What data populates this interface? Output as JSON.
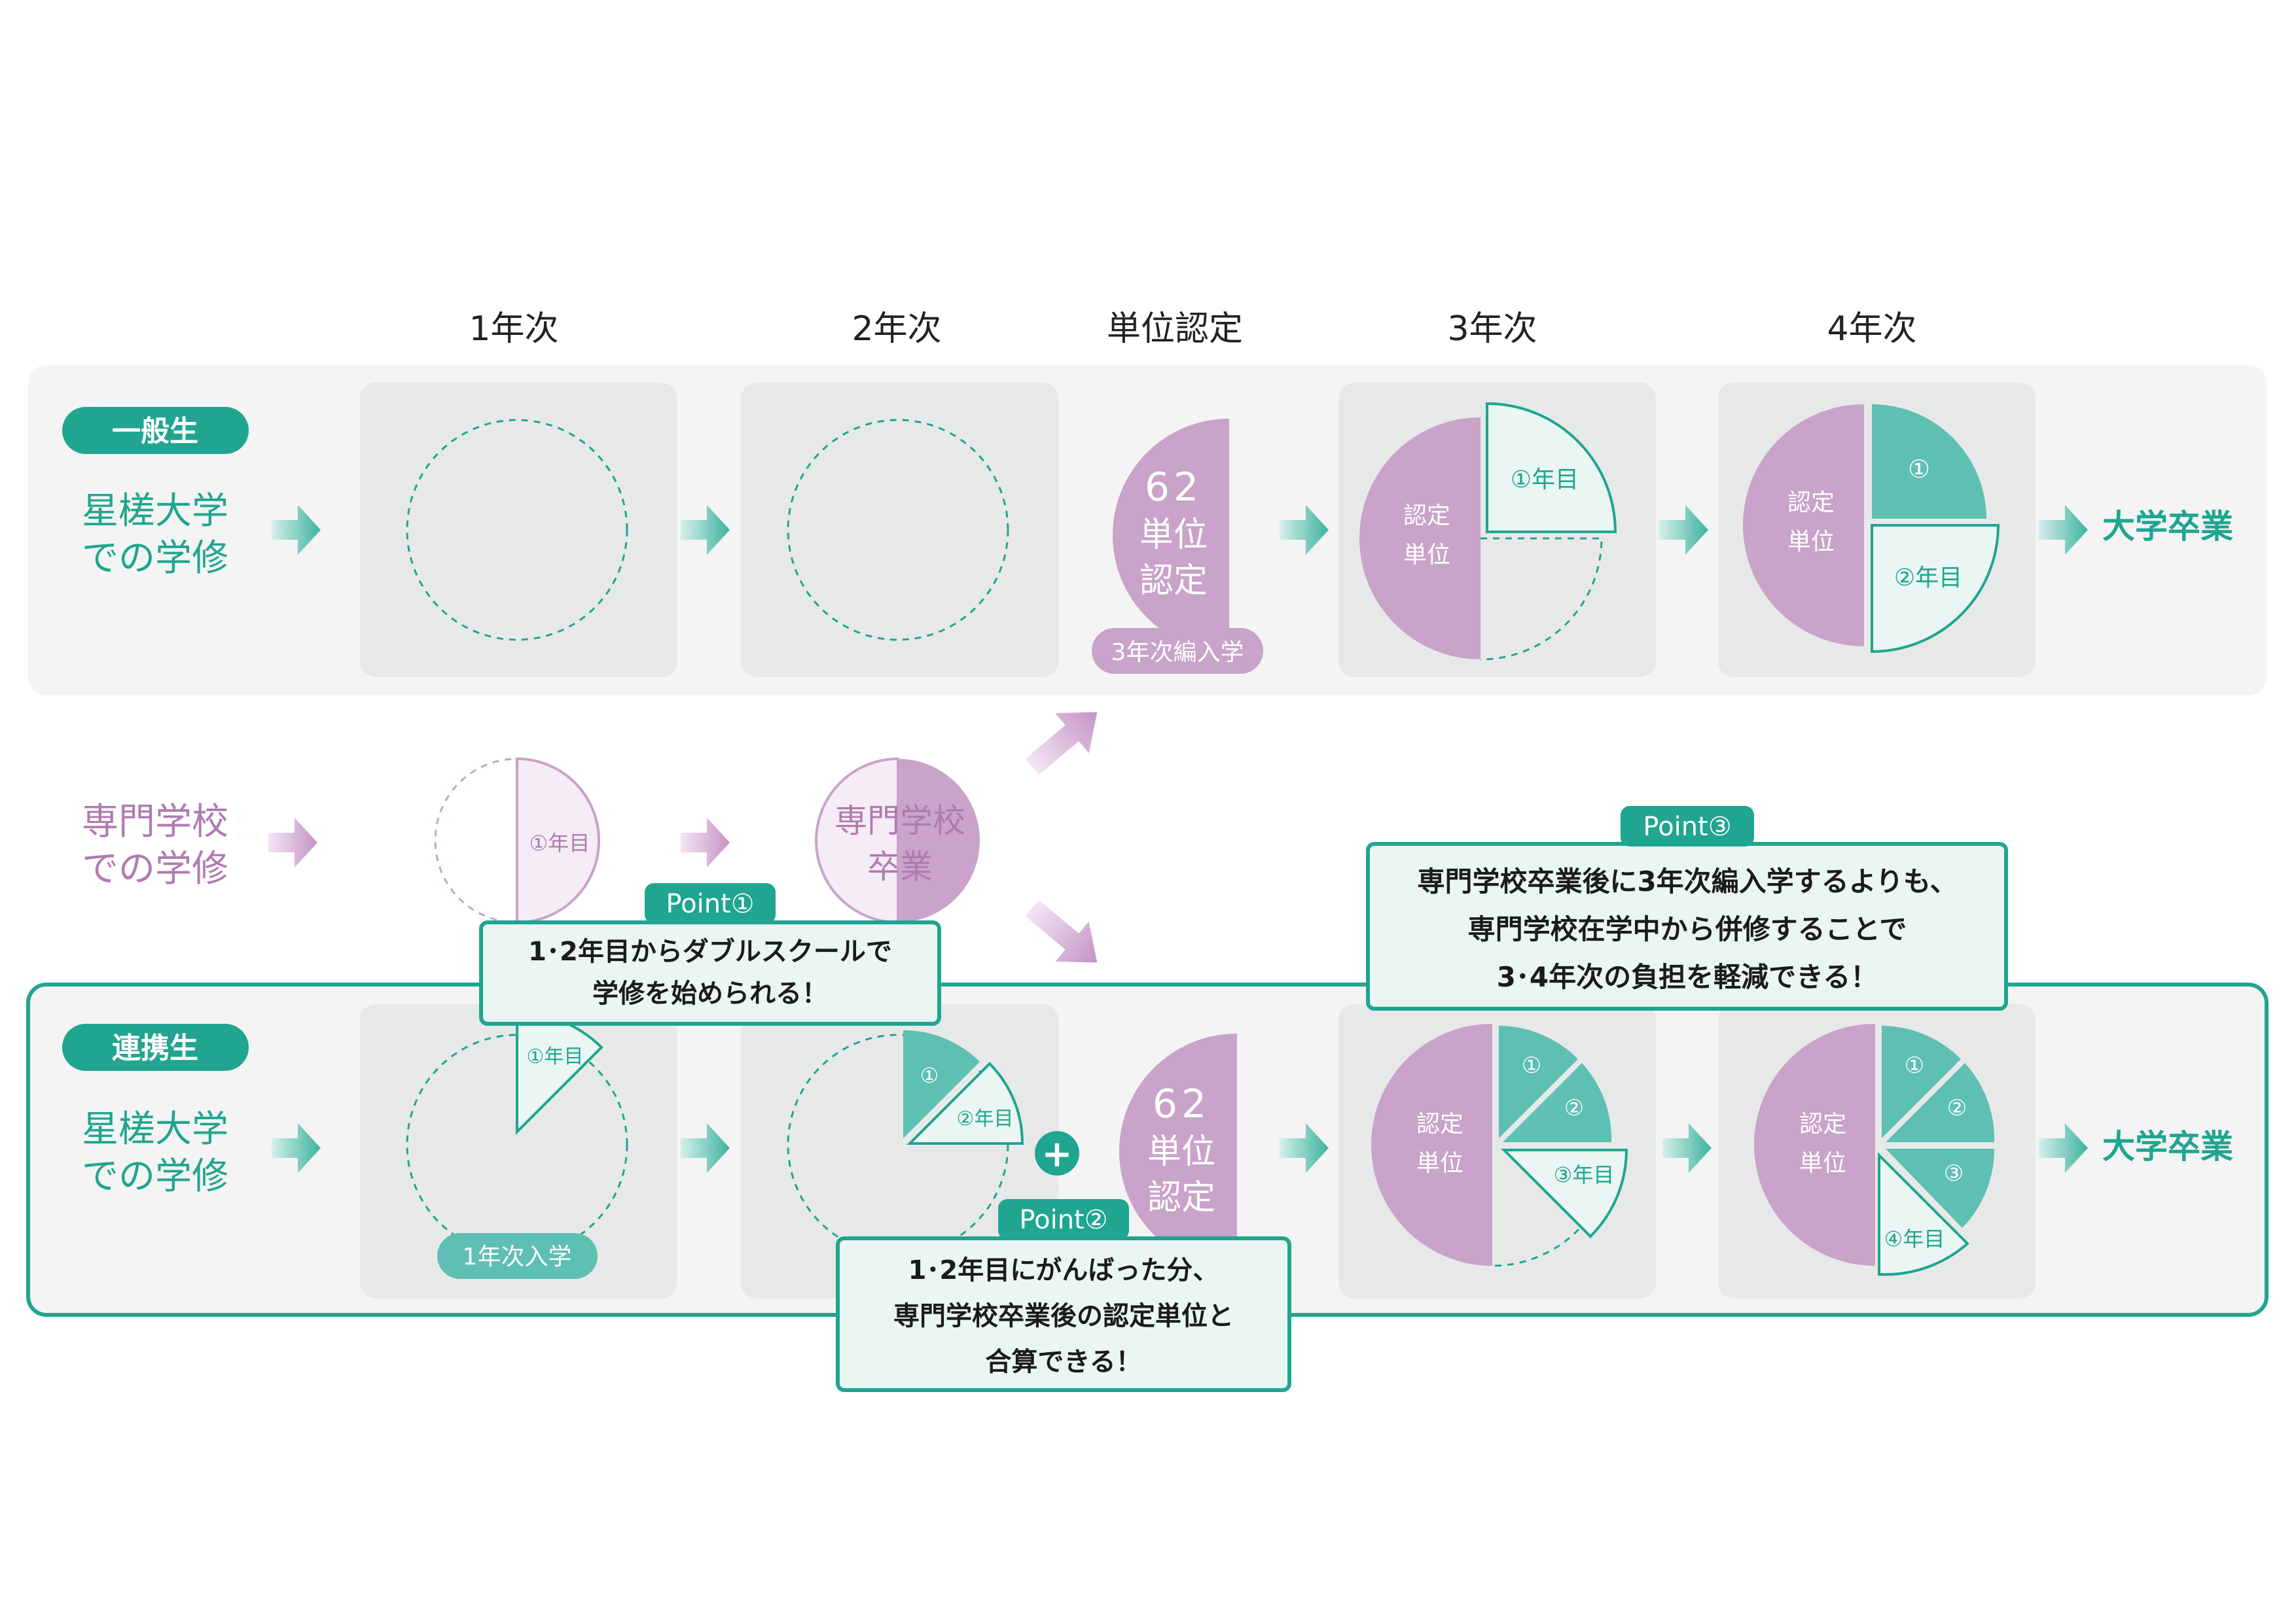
{
  "colors": {
    "teal": "#1fa590",
    "teal_fill": "#5ebfb3",
    "teal_pale": "#eaf6f3",
    "pink": "#c9a3c9",
    "pink_text": "#b07bb0",
    "pink_pale": "#f5ecf5",
    "panel": "#f3f4f3",
    "cell": "#e7e9e8",
    "ink": "#222222"
  },
  "columns": [
    "1年次",
    "2年次",
    "単位認定",
    "3年次",
    "4年次"
  ],
  "general": {
    "badge": "一般生",
    "label": [
      "星槎大学",
      "での学修"
    ],
    "credit": [
      "62",
      "単位",
      "認定"
    ],
    "transfer_tag": "3年次編入学",
    "y3": {
      "recognized": [
        "認定",
        "単位"
      ],
      "slice": "①年目"
    },
    "y4": {
      "recognized": [
        "認定",
        "単位"
      ],
      "slice1": "①",
      "slice2": "②年目"
    },
    "graduation": "大学卒業"
  },
  "vocational": {
    "label": [
      "専門学校",
      "での学修"
    ],
    "y1_slice": "①年目",
    "graduate": [
      "専門学校",
      "卒業"
    ]
  },
  "partner": {
    "badge": "連携生",
    "label": [
      "星槎大学",
      "での学修"
    ],
    "y1_slice": "①年目",
    "entry_tag": "1年次入学",
    "y2": {
      "slice1": "①",
      "slice2": "②年目"
    },
    "plus": "+",
    "credit": [
      "62",
      "単位",
      "認定"
    ],
    "y3": {
      "recognized": [
        "認定",
        "単位"
      ],
      "s1": "①",
      "s2": "②",
      "s3": "③年目"
    },
    "y4": {
      "recognized": [
        "認定",
        "単位"
      ],
      "s1": "①",
      "s2": "②",
      "s3": "③",
      "s4": "④年目"
    },
    "graduation": "大学卒業"
  },
  "points": [
    {
      "tag": "Point①",
      "lines": [
        "1･2年目からダブルスクールで",
        "学修を始められる！"
      ]
    },
    {
      "tag": "Point②",
      "lines": [
        "1･2年目にがんばった分、",
        "専門学校卒業後の認定単位と",
        "合算できる！"
      ]
    },
    {
      "tag": "Point③",
      "lines": [
        "専門学校卒業後に3年次編入学するよりも、",
        "専門学校在学中から併修することで",
        "3･4年次の負担を軽減できる！"
      ]
    }
  ]
}
